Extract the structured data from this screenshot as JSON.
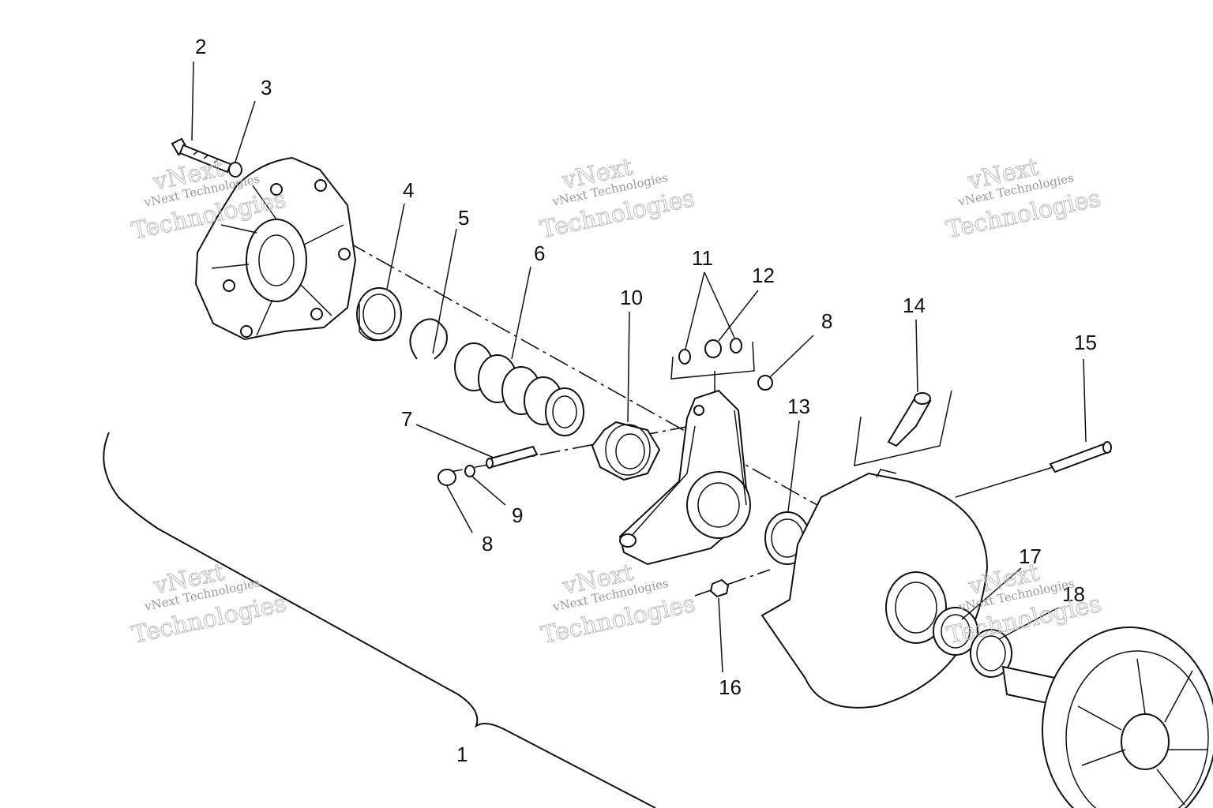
{
  "labels": [
    {
      "id": "1",
      "text": "1"
    },
    {
      "id": "2",
      "text": "2"
    },
    {
      "id": "3",
      "text": "3"
    },
    {
      "id": "4",
      "text": "4"
    },
    {
      "id": "5",
      "text": "5"
    },
    {
      "id": "6",
      "text": "6"
    },
    {
      "id": "7",
      "text": "7"
    },
    {
      "id": "8a",
      "text": "8"
    },
    {
      "id": "8b",
      "text": "8"
    },
    {
      "id": "9",
      "text": "9"
    },
    {
      "id": "10",
      "text": "10"
    },
    {
      "id": "11",
      "text": "11"
    },
    {
      "id": "12",
      "text": "12"
    },
    {
      "id": "13",
      "text": "13"
    },
    {
      "id": "14",
      "text": "14"
    },
    {
      "id": "15",
      "text": "15"
    },
    {
      "id": "16",
      "text": "16"
    },
    {
      "id": "17",
      "text": "17"
    },
    {
      "id": "18",
      "text": "18"
    }
  ],
  "watermark": {
    "brand": "vNext",
    "line": "vNext Technologies",
    "word": "Technologies"
  },
  "colors": {
    "ink": "#111111",
    "watermark": "#9a9a9a",
    "background": "#ffffff"
  }
}
